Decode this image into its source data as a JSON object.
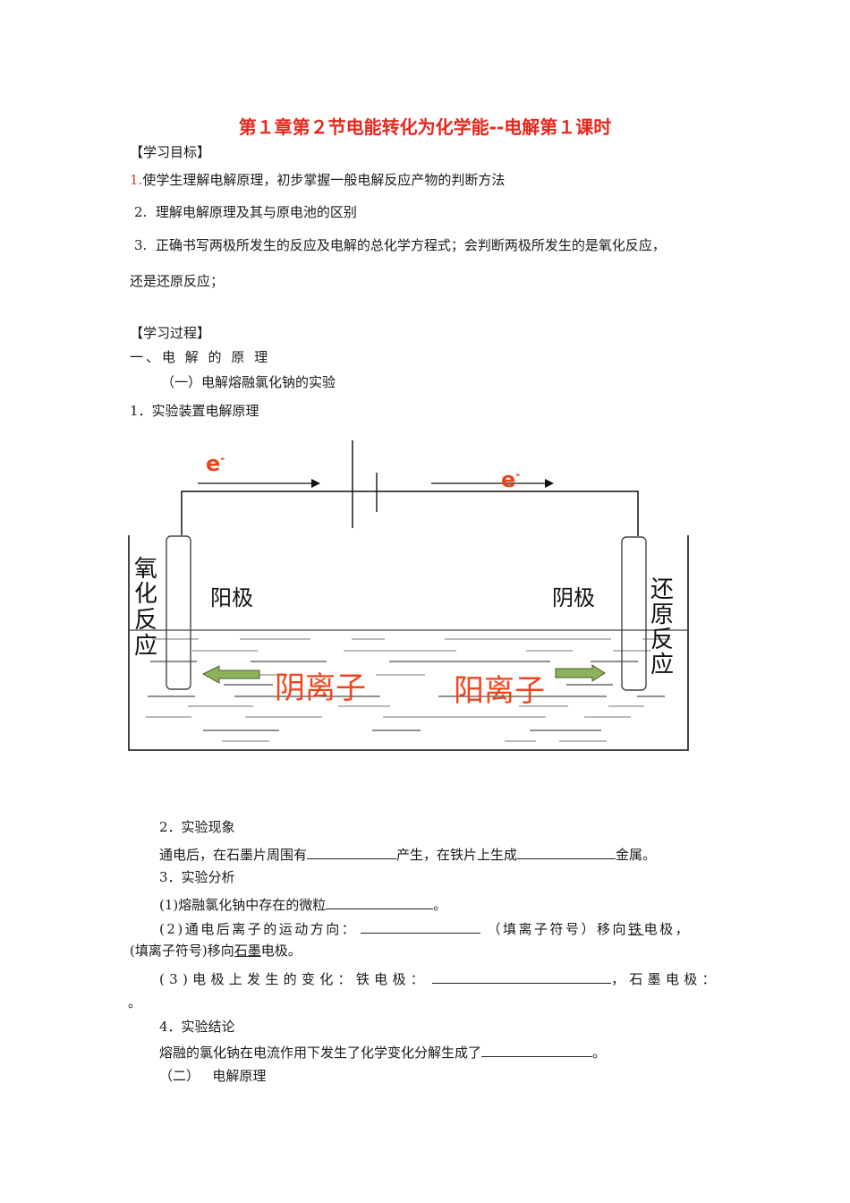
{
  "title": "第１章第２节电能转化为化学能--电解第１课时",
  "objectives": {
    "heading": "【学习目标】",
    "items": [
      {
        "num": "1.",
        "text": "使学生理解电解原理，初步掌握一般电解反应产物的判断方法"
      },
      {
        "num": "2.",
        "text": "理解电解原理及其与原电池的区别"
      },
      {
        "num": "3.",
        "text": "正确书写两极所发生的反应及电解的总化学方程式；会判断两极所发生的是氧化反应，",
        "cont": "还是还原反应；"
      }
    ]
  },
  "process": {
    "heading": "【学习过程】",
    "section1": "一、电 解 的 原 理",
    "sub1": "（一）电解熔融氯化钠的实验",
    "item1": "1．实验装置电解原理"
  },
  "diagram": {
    "electron_left": "e",
    "electron_right": "e",
    "electron_sup": "-",
    "anode_label": "阳极",
    "cathode_label": "阴极",
    "left_side_label": [
      "氧",
      "化",
      "反",
      "应"
    ],
    "right_side_label": [
      "还",
      "原",
      "反",
      "应"
    ],
    "anion_label": "阴离子",
    "cation_label": "阳离子",
    "colors": {
      "ion_text": "#f0441c",
      "arrow_fill": "#8db35a",
      "electron": "#e8461c"
    }
  },
  "phenomenon": {
    "heading": "2．实验现象",
    "text_a": "通电后，在石墨片周围有",
    "text_b": "产生，在铁片上生成",
    "text_c": "金属。"
  },
  "analysis": {
    "heading": "3．实验分析",
    "q1_a": "(1)熔融氯化钠中存在的微粒",
    "q1_b": "。",
    "q2_a": "(2)通电后离子的运动方向：",
    "q2_b": "（填离子符号）移向",
    "q2_iron": "铁",
    "q2_c": "电极，",
    "q2_d": "(填离子符号)移向",
    "q2_graphite": "石墨",
    "q2_e": "电极。",
    "q3_a": "(3)电极上发生的变化：铁电极：",
    "q3_b": "，石墨电极：",
    "q3_end": "。"
  },
  "conclusion": {
    "heading": "4．实验结论",
    "text_a": "熔融的氯化钠在电流作用下发生了化学变化分解生成了",
    "text_b": "。"
  },
  "sub2": {
    "label": "（二）",
    "text": "电解原理"
  }
}
